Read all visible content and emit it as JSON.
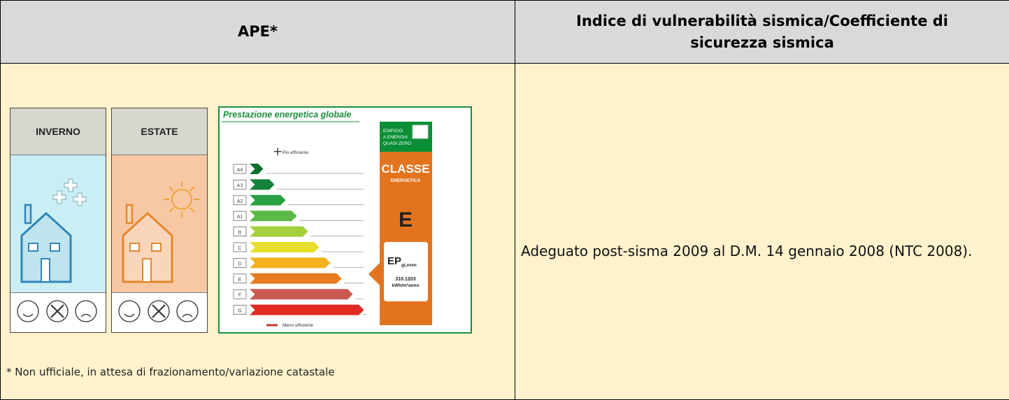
{
  "table": {
    "header_left": "APE*",
    "header_right": "Indice di vulnerabilità sismica/Coefficiente di sicurezza sismica"
  },
  "ape": {
    "season_panels": {
      "inverno_label": "INVERNO",
      "estate_label": "ESTATE"
    },
    "label": {
      "title": "Prestazione energetica globale",
      "nzeb_text": [
        "EDIFICIO",
        "A ENERGIA",
        "QUASI ZERO"
      ],
      "more_efficient": "Più efficiente",
      "less_efficient": "Meno efficiente",
      "classes": [
        "A4",
        "A3",
        "A2",
        "A1",
        "B",
        "C",
        "D",
        "E",
        "F",
        "G"
      ],
      "class_colors": [
        "#0c6f2c",
        "#13823a",
        "#2aa043",
        "#5cb946",
        "#a6cf3c",
        "#e8df2d",
        "#f2b21f",
        "#e87a20",
        "#c95a52",
        "#e02a22"
      ],
      "classe_title": "CLASSE",
      "classe_subtitle": "ENERGETICA",
      "classe_value": "E",
      "ep_label_main": "EP",
      "ep_label_sub": "gl,nren",
      "ep_value": "310.1203",
      "ep_unit": "kWh/m²anno",
      "accent_color": "#e3741f",
      "frame_color": "#1b8f3e"
    },
    "footnote": "* Non ufficiale, in attesa di frazionamento/variazione catastale"
  },
  "seismic": {
    "text": "Adeguato post-sisma 2009 al D.M. 14 gennaio 2008 (NTC 2008)."
  }
}
